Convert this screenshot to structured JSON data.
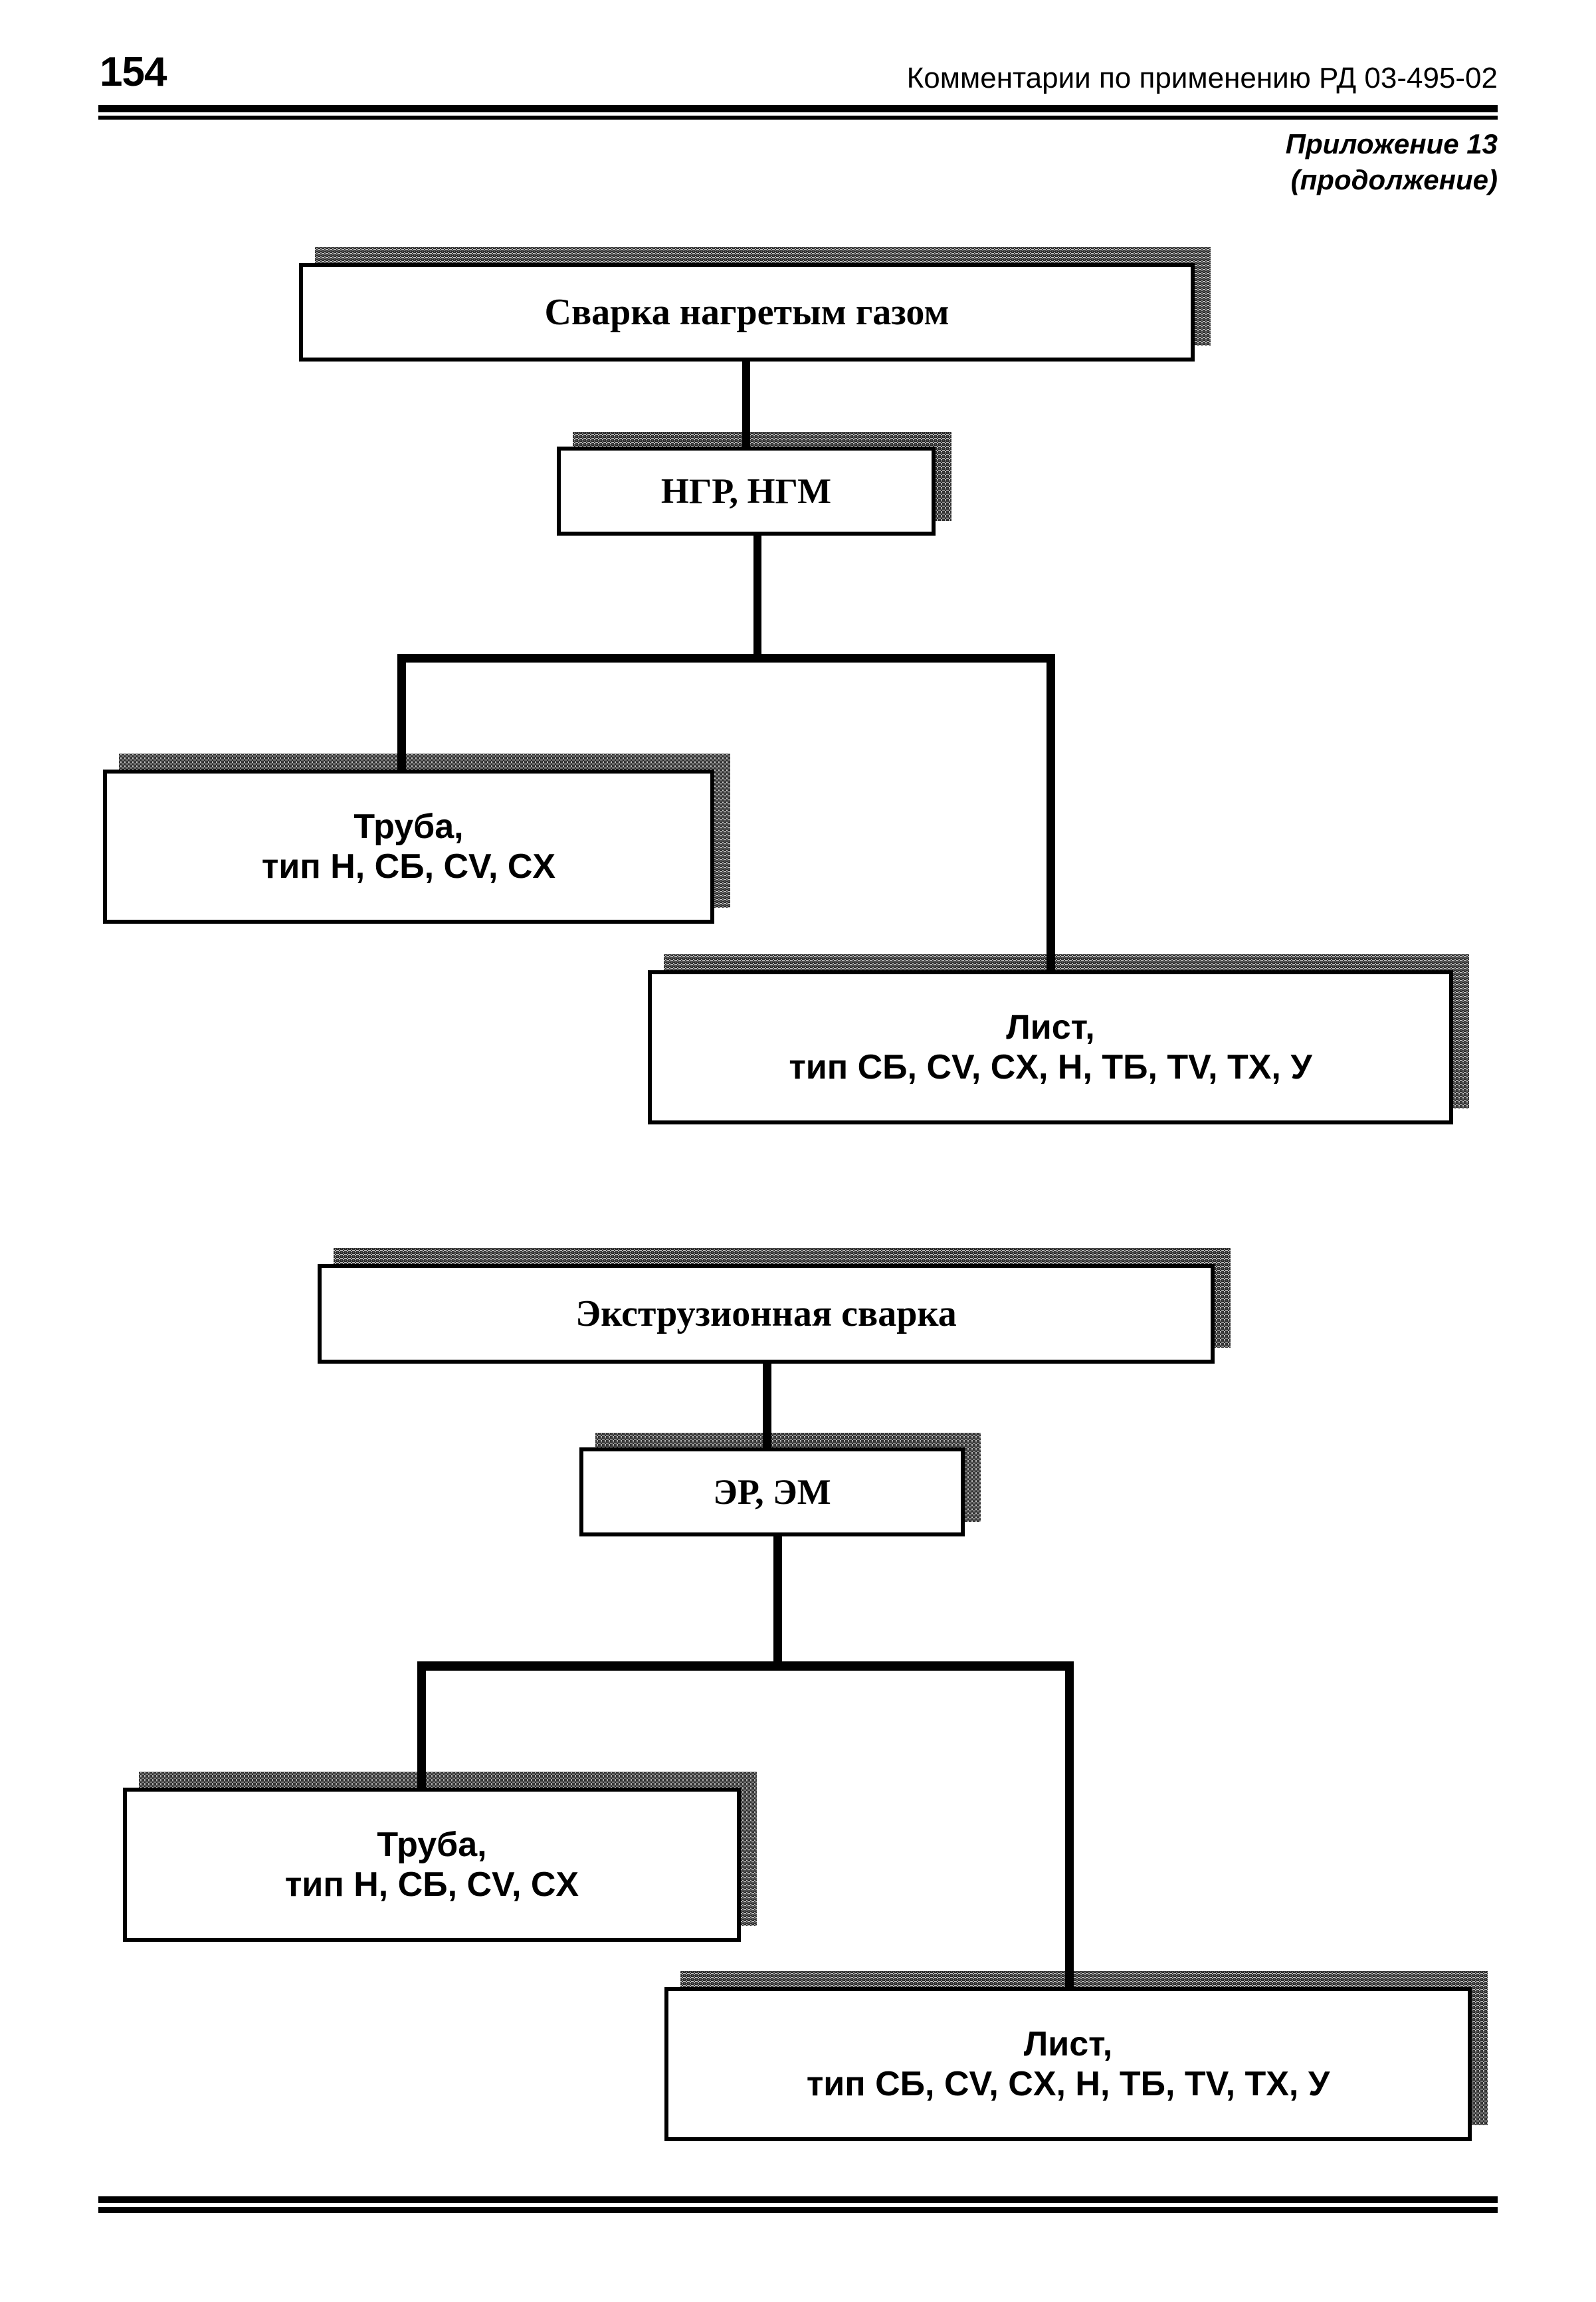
{
  "header": {
    "page_number": "154",
    "running_title": "Комментарии по применению РД 03-495-02",
    "appendix_line1": "Приложение 13",
    "appendix_line2": "(продолжение)"
  },
  "colors": {
    "ink": "#000000",
    "paper": "#ffffff",
    "shadow": "#808080"
  },
  "diagrams": [
    {
      "id": "hot-gas-welding",
      "root": "Сварка нагретым газом",
      "method_codes": "НГР, НГМ",
      "children": [
        {
          "title": "Труба,",
          "types": "тип Н, СБ, CV, CX"
        },
        {
          "title": "Лист,",
          "types": "тип СБ, CV, CX, Н, ТБ, TV, TX, У"
        }
      ]
    },
    {
      "id": "extrusion-welding",
      "root": "Экструзионная сварка",
      "method_codes": "ЭР, ЭМ",
      "children": [
        {
          "title": "Труба,",
          "types": "тип Н, СБ, CV, CX"
        },
        {
          "title": "Лист,",
          "types": "тип СБ, CV, CX, Н, ТБ, TV, TX, У"
        }
      ]
    }
  ]
}
